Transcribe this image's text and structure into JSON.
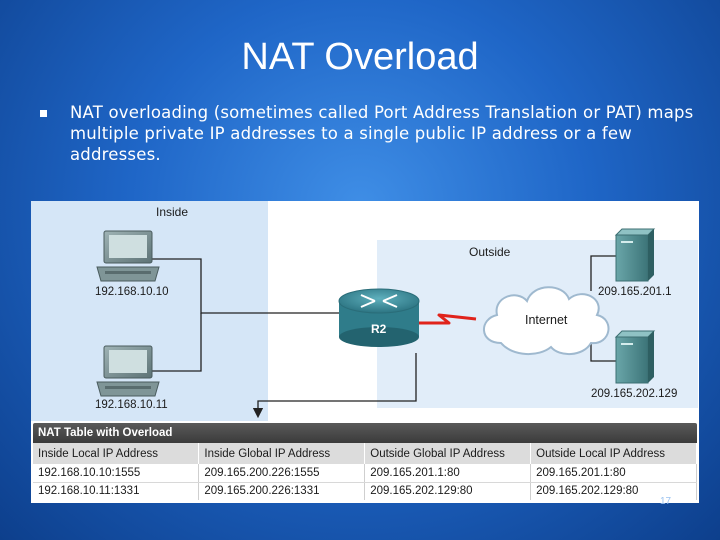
{
  "slide": {
    "title": "NAT Overload",
    "bullet": "NAT overloading (sometimes called Port Address Translation or PAT) maps multiple private IP addresses to a single public IP address or a few addresses.",
    "number": "17"
  },
  "diagram": {
    "inside_label": "Inside",
    "outside_label": "Outside",
    "hosts": [
      "192.168.10.10",
      "192.168.10.11"
    ],
    "servers": [
      "209.165.201.1",
      "209.165.202.129"
    ],
    "router_label": "R2",
    "cloud_label": "Internet"
  },
  "nat_table": {
    "title": "NAT Table with Overload",
    "headers": [
      "Inside Local IP Address",
      "Inside Global IP Address",
      "Outside Global IP Address",
      "Outside Local IP Address"
    ],
    "rows": [
      [
        "192.168.10.10:1555",
        "209.165.200.226:1555",
        "209.165.201.1:80",
        "209.165.201.1:80"
      ],
      [
        "192.168.10.11:1331",
        "209.165.200.226:1331",
        "209.165.202.129:80",
        "209.165.202.129:80"
      ]
    ]
  },
  "colors": {
    "background": "#1f66c7",
    "inside_zone": "#d5e6f7",
    "outside_zone": "#e1edf9",
    "router": "#3a8d9c",
    "serial_link": "#e0231b",
    "table_header": "#dcdcdc"
  }
}
